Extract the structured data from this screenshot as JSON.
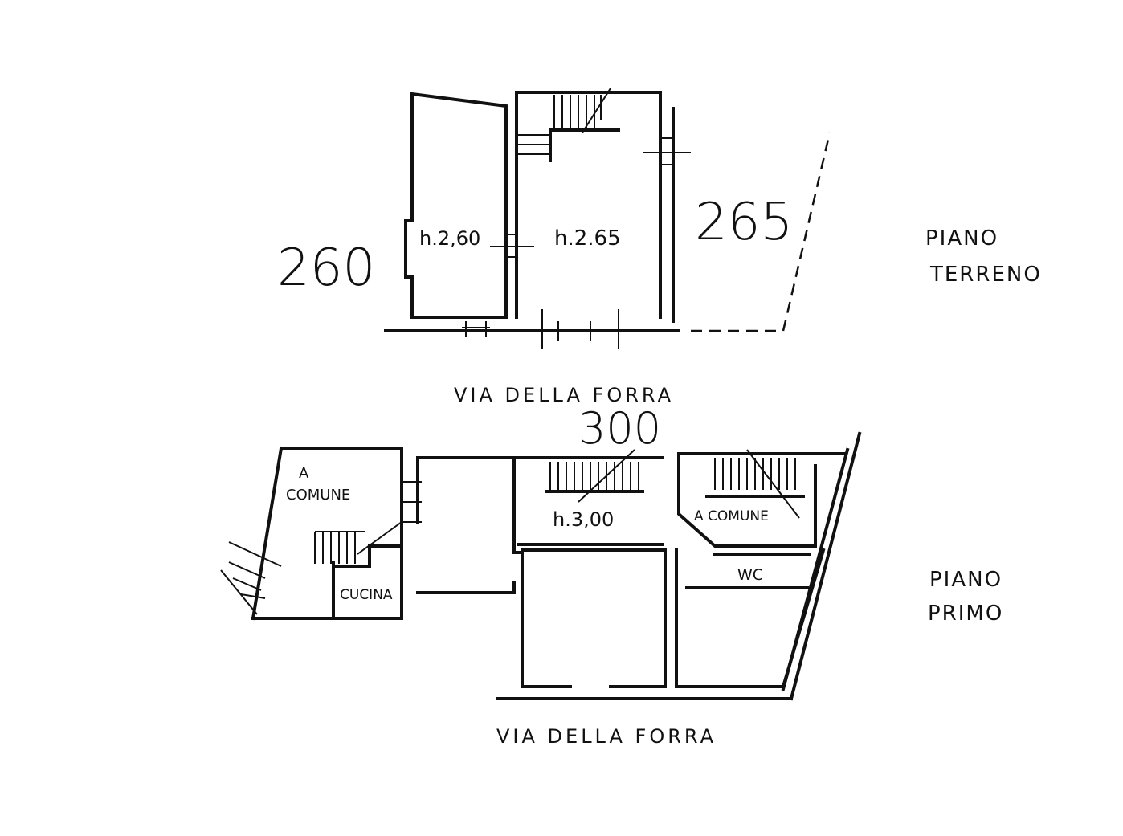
{
  "ground_floor": {
    "title_line1": "PIANO",
    "title_line2": "TERRENO",
    "dimension_left": "260",
    "dimension_right": "265",
    "room_left_height": "h.2,60",
    "room_right_height": "h.2.65",
    "street": "VIA DELLA FORRA"
  },
  "first_floor": {
    "title_line1": "PIANO",
    "title_line2": "PRIMO",
    "dimension_top": "300",
    "hall_height": "h.3,00",
    "common_left_line1": "A",
    "common_left_line2": "COMUNE",
    "common_right": "A COMUNE",
    "kitchen": "CUCINA",
    "wc": "WC",
    "street": "VIA DELLA FORRA"
  }
}
